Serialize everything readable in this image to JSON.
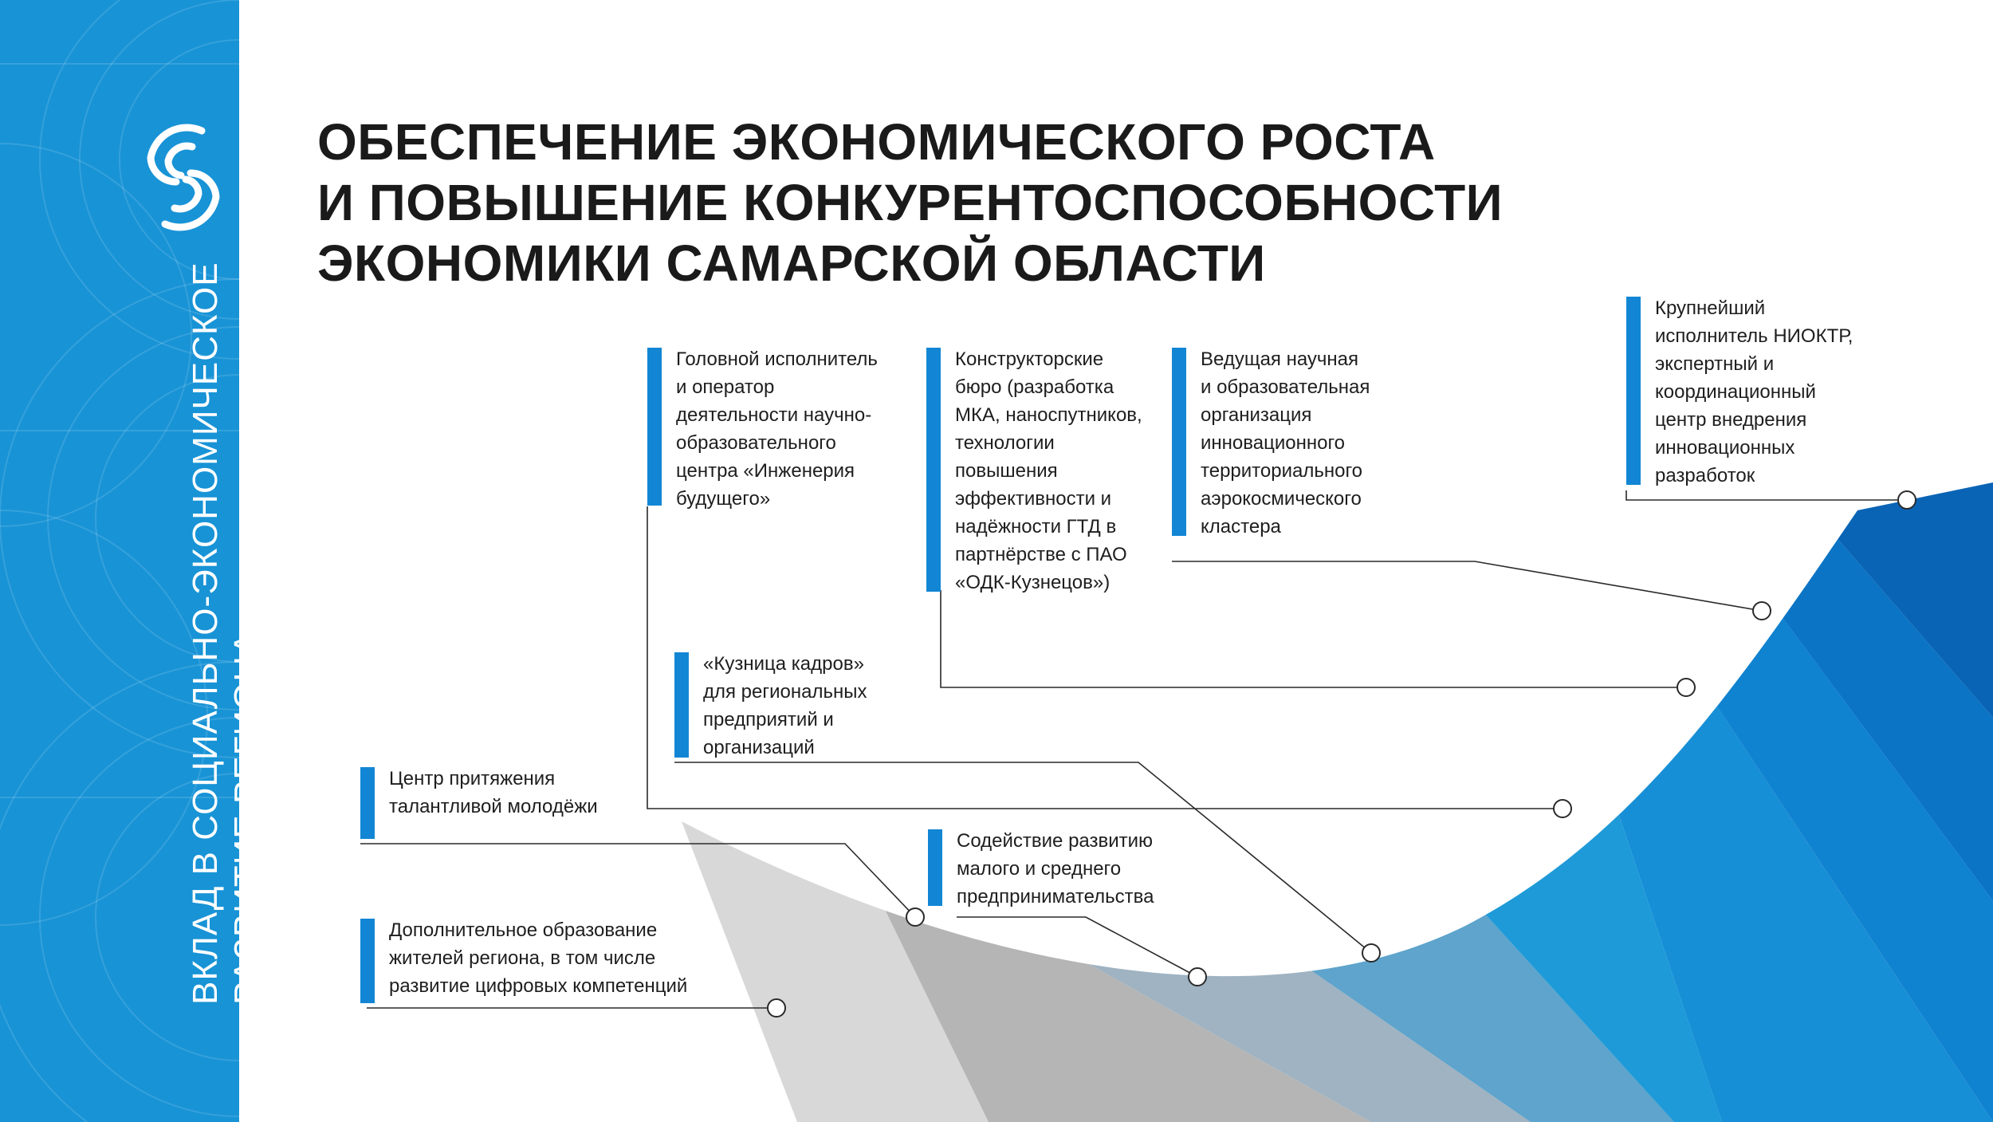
{
  "sidebar": {
    "logo_icon": "stylized-s-logo-icon",
    "caption_line1": "Вклад в социально-экономическое",
    "caption_line2": "развитие региона",
    "background_color": "#1893d6"
  },
  "title": {
    "line1": "Обеспечение экономического роста",
    "line2": "и повышение конкурентоспособности",
    "line3": "экономики Самарской области"
  },
  "growth_curve": {
    "segment_colors": [
      "#d8d8d8",
      "#b5b5b5",
      "#9fb3c2",
      "#5ea4cc",
      "#1f9ad8",
      "#178fd6",
      "#0f82d0",
      "#0b74c4",
      "#0a64b6"
    ]
  },
  "cards": [
    {
      "id": "card-1",
      "text": "Дополнительное образование\nжителей региона, в том числе\nразвитие цифровых компетенций"
    },
    {
      "id": "card-2",
      "text": "Центр притяжения\nталантливой молодёжи"
    },
    {
      "id": "card-3",
      "text": "Содействие развитию\nмалого и среднего\nпредпринимательства"
    },
    {
      "id": "card-4",
      "text": "«Кузница кадров»\nдля региональных\nпредприятий и\nорганизаций"
    },
    {
      "id": "card-5",
      "text": "Головной исполнитель\nи оператор\nдеятельности научно-\nобразовательного\nцентра «Инженерия\nбудущего»"
    },
    {
      "id": "card-6",
      "text": "Конструкторские\nбюро (разработка\nМКА, наноспутников,\nтехнологии\nповышения\nэффективности и\nнадёжности ГТД в\nпартнёрстве с ПАО\n«ОДК-Кузнецов»)"
    },
    {
      "id": "card-7",
      "text": "Ведущая научная\nи образовательная\nорганизация\nинновационного\nтерриториального\nаэрокосмического\nкластера"
    },
    {
      "id": "card-8",
      "text": "Крупнейший\nисполнитель НИОКТР,\nэкспертный и\nкоординационный\nцентр внедрения\nинновационных\nразработок"
    }
  ]
}
